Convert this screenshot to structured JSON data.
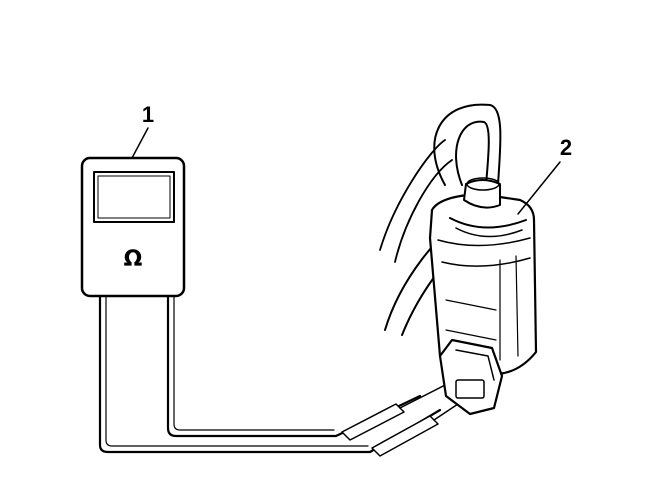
{
  "diagram": {
    "callouts": [
      {
        "id": "1",
        "label": "1",
        "refers_to": "ohmmeter"
      },
      {
        "id": "2",
        "label": "2",
        "refers_to": "solenoid-valve"
      }
    ],
    "meter": {
      "symbol": "Ω"
    }
  }
}
